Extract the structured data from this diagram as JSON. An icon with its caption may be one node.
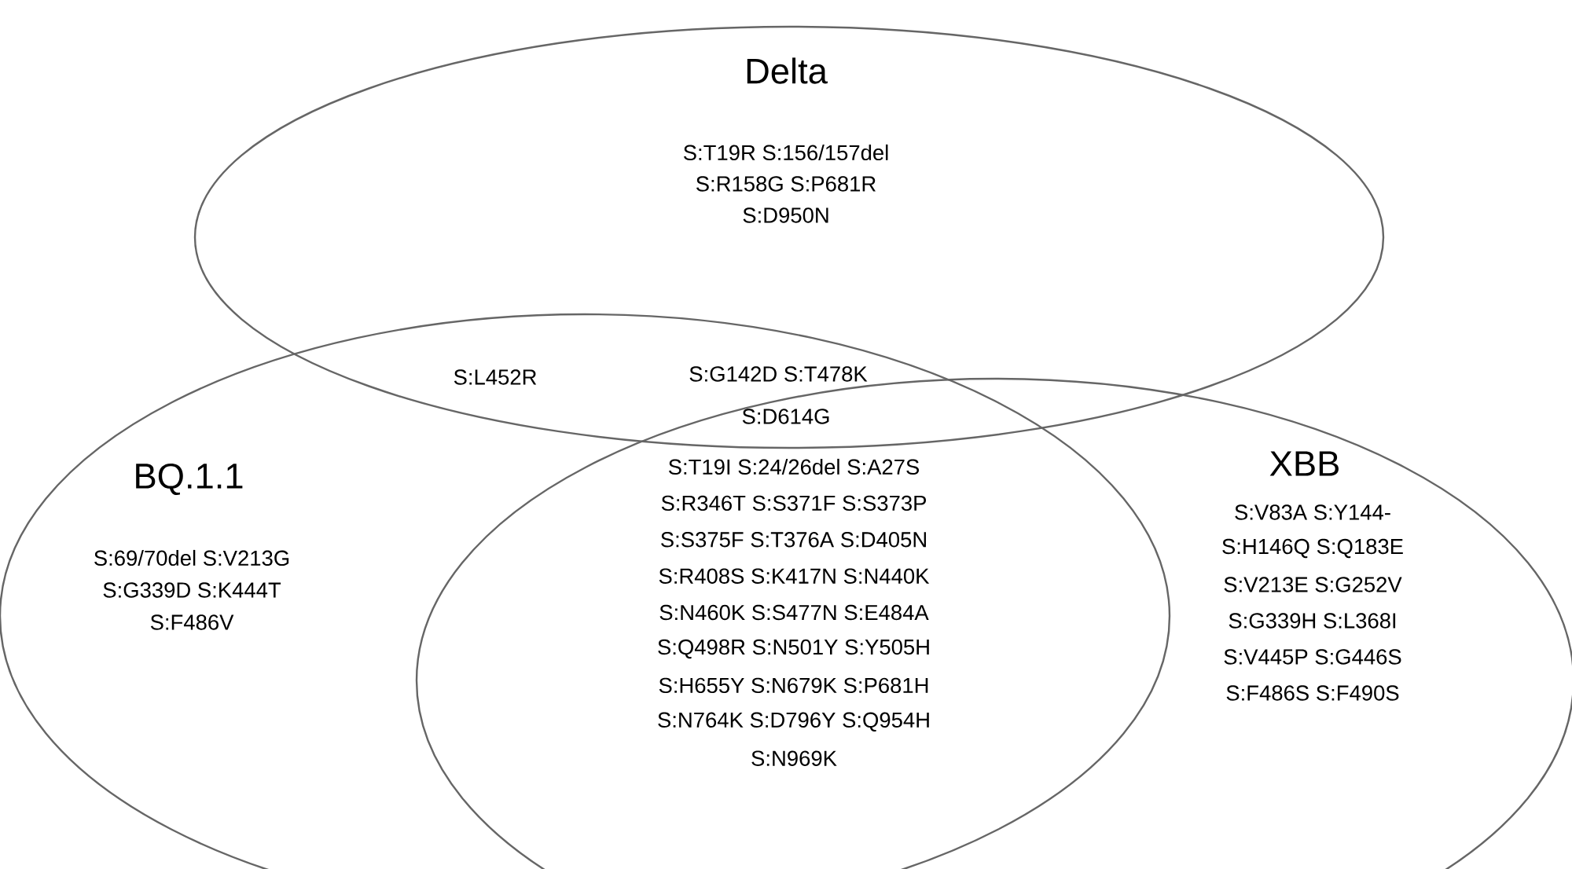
{
  "diagram": {
    "nodes": [
      {
        "text": [
          "Delta",
          "S:T19R  S:156/157del",
          "S:R158G  S:P681R",
          "S:D950N"
        ]
      },
      {
        "text": [
          "BQ.1.1",
          "S:69/70del  S:V213G",
          "S:G339D  S:K444T",
          "S:F486V"
        ]
      },
      {
        "text": [
          "XBB",
          "S:V83A  S:Y144-",
          "S:H146Q  S:Q183E",
          "S:V213E  S:G252V",
          "S:G339H  S:L368I",
          "S:V445P  S:G446S",
          "S:F486S  S:F490S"
        ]
      }
    ],
    "labels": [
      "S:L452R",
      "S:G142D  S:T478K",
      "S:D614G",
      "S:T19I  S:24/26del  S:A27S",
      "S:R346T  S:S371F  S:S373P",
      "S:S375F  S:T376A  S:D405N",
      "S:R408S  S:K417N  S:N440K",
      "S:N460K  S:S477N  S:E484A",
      "S:Q498R  S:N501Y  S:Y505H",
      "S:H655Y  S:N679K  S:P681H",
      "S:N764K  S:D796Y  S:Q954H",
      "S:N969K"
    ]
  }
}
